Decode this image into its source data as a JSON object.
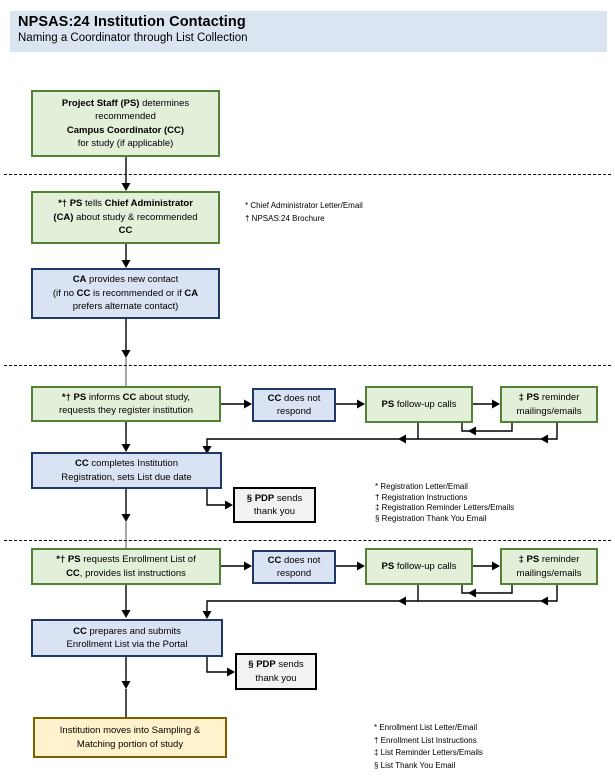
{
  "header": {
    "title": "NPSAS:24 Institution Contacting",
    "subtitle": "Naming a Coordinator through List Collection"
  },
  "colors": {
    "banner_bg": "#dbe5f1",
    "green_fill": "#e2efd9",
    "green_border": "#538135",
    "blue_fill": "#dae3f3",
    "blue_border": "#1f3864",
    "gray_fill": "#f2f2f2",
    "gray_border": "#000000",
    "yellow_fill": "#fff2cc",
    "yellow_border": "#7f6000",
    "line_color": "#000000"
  },
  "boxes": {
    "determine": {
      "lines": [
        [
          {
            "t": "Project Staff (PS)",
            "b": true
          },
          {
            "t": " determines"
          }
        ],
        [
          {
            "t": "recommended"
          }
        ],
        [
          {
            "t": "Campus Coordinator (CC)",
            "b": true
          }
        ],
        [
          {
            "t": "for study (if applicable)"
          }
        ]
      ]
    },
    "tells_ca": {
      "lines": [
        [
          {
            "t": "*† PS",
            "b": true
          },
          {
            "t": " tells "
          },
          {
            "t": "Chief Administrator",
            "b": true
          }
        ],
        [
          {
            "t": "(CA)",
            "b": true
          },
          {
            "t": " about study & recommended"
          }
        ],
        [
          {
            "t": "CC",
            "b": true
          }
        ]
      ]
    },
    "new_contact": {
      "lines": [
        [
          {
            "t": "CA",
            "b": true
          },
          {
            "t": " provides new contact"
          }
        ],
        [
          {
            "t": "(if no "
          },
          {
            "t": "CC",
            "b": true
          },
          {
            "t": " is recommended or if "
          },
          {
            "t": "CA",
            "b": true
          }
        ],
        [
          {
            "t": "prefers alternate contact)"
          }
        ]
      ]
    },
    "informs": {
      "lines": [
        [
          {
            "t": "*† PS",
            "b": true
          },
          {
            "t": " informs "
          },
          {
            "t": "CC",
            "b": true
          },
          {
            "t": " about study,"
          }
        ],
        [
          {
            "t": "requests they register institution"
          }
        ]
      ]
    },
    "noresp1": {
      "lines": [
        [
          {
            "t": "CC",
            "b": true
          },
          {
            "t": " does not"
          }
        ],
        [
          {
            "t": "respond"
          }
        ]
      ]
    },
    "followup1": {
      "lines": [
        [
          {
            "t": "PS",
            "b": true
          },
          {
            "t": " follow-up calls"
          }
        ]
      ]
    },
    "reminder1": {
      "lines": [
        [
          {
            "t": "‡ PS",
            "b": true
          },
          {
            "t": " reminder"
          }
        ],
        [
          {
            "t": "mailings/emails"
          }
        ]
      ]
    },
    "completes": {
      "lines": [
        [
          {
            "t": "CC",
            "b": true
          },
          {
            "t": " completes Institution"
          }
        ],
        [
          {
            "t": "Registration, sets List due date"
          }
        ]
      ]
    },
    "pdp1": {
      "lines": [
        [
          {
            "t": "§ PDP",
            "b": true
          },
          {
            "t": " sends"
          }
        ],
        [
          {
            "t": "thank you"
          }
        ]
      ]
    },
    "requests": {
      "lines": [
        [
          {
            "t": "*† PS",
            "b": true
          },
          {
            "t": " requests Enrollment List of"
          }
        ],
        [
          {
            "t": "CC",
            "b": true
          },
          {
            "t": ", provides list instructions"
          }
        ]
      ]
    },
    "noresp2": {
      "lines": [
        [
          {
            "t": "CC",
            "b": true
          },
          {
            "t": " does not"
          }
        ],
        [
          {
            "t": "respond"
          }
        ]
      ]
    },
    "followup2": {
      "lines": [
        [
          {
            "t": "PS",
            "b": true
          },
          {
            "t": " follow-up calls"
          }
        ]
      ]
    },
    "reminder2": {
      "lines": [
        [
          {
            "t": "‡ PS",
            "b": true
          },
          {
            "t": " reminder"
          }
        ],
        [
          {
            "t": "mailings/emails"
          }
        ]
      ]
    },
    "prepares": {
      "lines": [
        [
          {
            "t": "CC",
            "b": true
          },
          {
            "t": " prepares and submits"
          }
        ],
        [
          {
            "t": "Enrollment List via the Portal"
          }
        ]
      ]
    },
    "pdp2": {
      "lines": [
        [
          {
            "t": "§ PDP",
            "b": true
          },
          {
            "t": " sends"
          }
        ],
        [
          {
            "t": "thank you"
          }
        ]
      ]
    },
    "final": {
      "lines": [
        [
          {
            "t": "Institution moves into Sampling &"
          }
        ],
        [
          {
            "t": "Matching portion of study"
          }
        ]
      ]
    }
  },
  "notes": {
    "chief_admin": [
      "* Chief Administrator Letter/Email",
      "† NPSAS:24 Brochure"
    ],
    "registration": [
      "* Registration Letter/Email",
      "† Registration Instructions",
      "‡ Registration Reminder Letters/Emails",
      "§ Registration Thank You Email"
    ],
    "enrollment": [
      "* Enrollment List Letter/Email",
      "† Enrollment List Instructions",
      "‡ List Reminder Letters/Emails",
      "§ List Thank You Email"
    ]
  }
}
